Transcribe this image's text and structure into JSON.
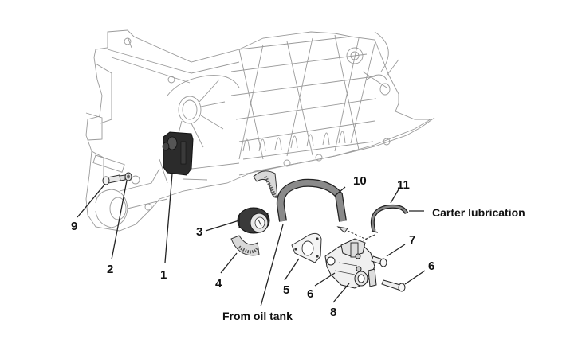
{
  "diagram": {
    "type": "exploded-parts-diagram",
    "subject": "Oil pump assembly on engine crankcase",
    "colors": {
      "line_art": "#9a9a9a",
      "label_text": "#111111",
      "cover_part": "#2b2b2b",
      "hose": "#8a8a8a"
    },
    "callouts": [
      {
        "id": "c9",
        "number": "9",
        "part": "screw"
      },
      {
        "id": "c2",
        "number": "2",
        "part": "washer"
      },
      {
        "id": "c1",
        "number": "1",
        "part": "cover"
      },
      {
        "id": "c3",
        "number": "3",
        "part": "pulley / gear"
      },
      {
        "id": "c4",
        "number": "4",
        "part": "belt halves"
      },
      {
        "id": "c5",
        "number": "5",
        "part": "gasket"
      },
      {
        "id": "c6a",
        "number": "6",
        "part": "oil pump body"
      },
      {
        "id": "c8",
        "number": "8",
        "part": "pump fitting"
      },
      {
        "id": "c10",
        "number": "10",
        "part": "inlet hose"
      },
      {
        "id": "c11",
        "number": "11",
        "part": "delivery pipe"
      },
      {
        "id": "c7",
        "number": "7",
        "part": "short screw"
      },
      {
        "id": "c6b",
        "number": "6",
        "part": "long screw"
      }
    ],
    "annotations": {
      "carter_lubrication": "Carter lubrication",
      "from_oil_tank": "From oil tank"
    }
  }
}
